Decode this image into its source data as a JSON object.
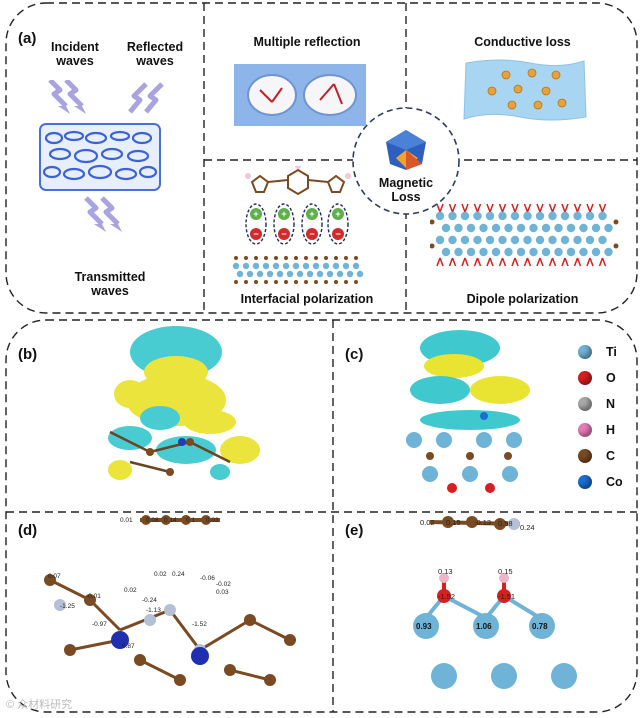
{
  "panel_a": {
    "label": "(a)",
    "incident": "Incident\nwaves",
    "reflected": "Reflected\nwaves",
    "transmitted": "Transmitted\nwaves",
    "multiple_reflection": "Multiple reflection",
    "conductive_loss": "Conductive loss",
    "magnetic_loss": "Magnetic\nLoss",
    "interfacial_polarization": "Interfacial polarization",
    "dipole_polarization": "Dipole polarization",
    "plus_sign": "+",
    "minus_sign": "−"
  },
  "panel_b": {
    "label": "(b)"
  },
  "panel_c": {
    "label": "(c)"
  },
  "panel_d": {
    "label": "(d)",
    "top_values": [
      "0.01",
      "0.08",
      "0.14",
      "0.1",
      "0.03"
    ],
    "values": [
      "0.07",
      "-0.01",
      "-1.25",
      "-0.97",
      "0.02",
      "-0.24",
      "0.02",
      "0.24",
      "-0.06",
      "-0.02",
      "0.03",
      "-1.13",
      "-1.52",
      "0.87"
    ]
  },
  "panel_e": {
    "label": "(e)",
    "top_values": [
      "0.02",
      "0.15",
      "-0.13",
      "0.58",
      "0.24"
    ],
    "o_values": [
      "0.13",
      "-1.52",
      "0.15",
      "-1.51"
    ],
    "ti_values": [
      "0.93",
      "1.06",
      "0.78"
    ]
  },
  "legend": [
    {
      "symbol": "Ti",
      "color": "#6fb3d6"
    },
    {
      "symbol": "O",
      "color": "#d81e1e"
    },
    {
      "symbol": "N",
      "color": "#a8a8a8"
    },
    {
      "symbol": "H",
      "color": "#e67ab8"
    },
    {
      "symbol": "C",
      "color": "#7a4a22"
    },
    {
      "symbol": "Co",
      "color": "#1a6fd1"
    }
  ],
  "watermark": "© 众材料研究"
}
